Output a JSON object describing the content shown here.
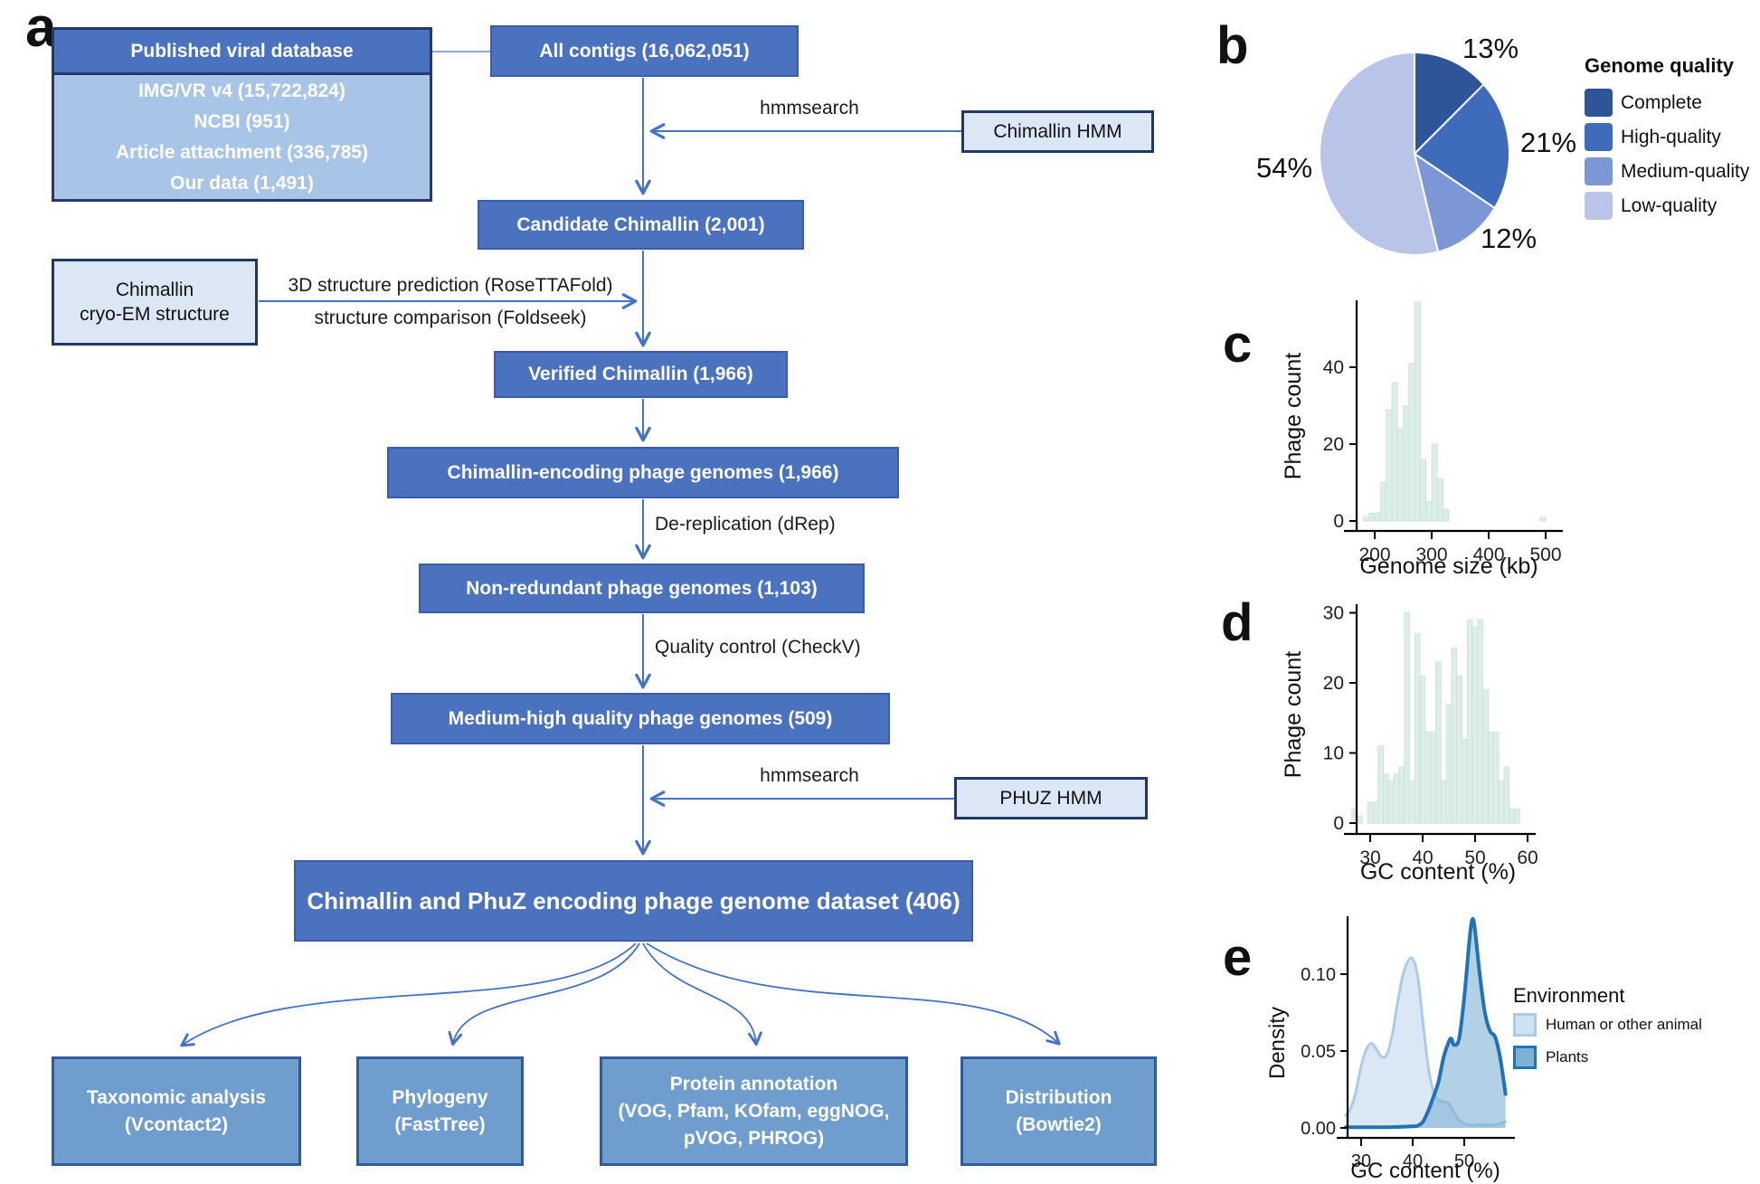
{
  "panel_labels": {
    "a": "a",
    "b": "b",
    "c": "c",
    "d": "d",
    "e": "e"
  },
  "colors": {
    "main_box_fill": "#4a72be",
    "main_box_border": "#3a5dab",
    "header_border": "#24386b",
    "sub_box_fill": "#a8c4e6",
    "pale_box_fill": "#dce7f5",
    "pale_box_border": "#1f3864",
    "output_box_fill": "#6f9dce",
    "output_box_border": "#2e5b9c",
    "arrow": "#4472c4",
    "histogram_bar": "#ddeee6",
    "histogram_bar_edge": "#c9e3d6"
  },
  "flowchart": {
    "published_header": "Published viral database",
    "published_lines": [
      "IMG/VR v4 (15,722,824)",
      "NCBI (951)",
      "Article attachment (336,785)",
      "Our data (1,491)"
    ],
    "all_contigs": "All contigs (16,062,051)",
    "hmmsearch_top": "hmmsearch",
    "chimallin_hmm": "Chimallin HMM",
    "candidate": "Candidate Chimallin (2,001)",
    "cryo_lines": [
      "Chimallin",
      "cryo-EM structure"
    ],
    "structure_lines": [
      "3D structure prediction (RoseTTAFold)",
      "structure comparison (Foldseek)"
    ],
    "verified": "Verified Chimallin (1,966)",
    "encoding": "Chimallin-encoding phage genomes (1,966)",
    "dereplication": "De-replication (dRep)",
    "nonredundant": "Non-redundant phage genomes (1,103)",
    "quality_control": "Quality control (CheckV)",
    "medium_high": "Medium-high quality phage genomes (509)",
    "hmmsearch_bottom": "hmmsearch",
    "phuz_hmm": "PHUZ HMM",
    "dataset": "Chimallin and PhuZ encoding phage genome dataset (406)",
    "outputs": [
      {
        "lines": [
          "Taxonomic analysis",
          "(Vcontact2)"
        ]
      },
      {
        "lines": [
          "Phylogeny",
          "(FastTree)"
        ]
      },
      {
        "lines": [
          "Protein annotation",
          "(VOG, Pfam, KOfam, eggNOG,",
          "pVOG, PHROG)"
        ]
      },
      {
        "lines": [
          "Distribution",
          "(Bowtie2)"
        ]
      }
    ]
  },
  "chart_data": [
    {
      "type": "pie",
      "legend_title": "Genome quality",
      "labels": [
        "Complete",
        "High-quality",
        "Medium-quality",
        "Low-quality"
      ],
      "values": [
        13,
        21,
        12,
        54
      ],
      "pct_labels": [
        "13%",
        "21%",
        "12%",
        "54%"
      ],
      "colors": [
        "#2e5597",
        "#3e6cbb",
        "#7d97d6",
        "#b9c5e8"
      ],
      "start": "top",
      "direction": "clockwise"
    },
    {
      "type": "bar",
      "title": "",
      "xlabel": "Genome size (kb)",
      "ylabel": "Phage count",
      "bin_width": 10,
      "x": [
        185,
        195,
        205,
        215,
        225,
        235,
        245,
        255,
        265,
        275,
        285,
        295,
        305,
        315,
        325,
        495
      ],
      "counts": [
        1,
        2,
        2,
        10,
        29,
        36,
        24,
        30,
        41,
        57,
        16,
        5,
        20,
        11,
        3,
        1
      ],
      "xticks": [
        200,
        300,
        400,
        500
      ],
      "yticks": [
        0,
        20,
        40
      ],
      "xlim": [
        180,
        510
      ],
      "ylim": [
        0,
        58
      ],
      "bar_color": "#ddeee6",
      "bar_edge": "#c9e3d6",
      "grid": false
    },
    {
      "type": "bar",
      "title": "",
      "xlabel": "GC content (%)",
      "ylabel": "Phage count",
      "bin_width": 1,
      "x": [
        27,
        28,
        29,
        30,
        31,
        32,
        33,
        34,
        35,
        36,
        37,
        38,
        39,
        40,
        41,
        42,
        43,
        44,
        45,
        46,
        47,
        48,
        49,
        50,
        51,
        52,
        53,
        54,
        55,
        56,
        57,
        58
      ],
      "counts": [
        2,
        1,
        0,
        3,
        3,
        11,
        7,
        6,
        7,
        8,
        30,
        6,
        27,
        21,
        13,
        13,
        23,
        6,
        17,
        25,
        21,
        12,
        29,
        28,
        29,
        19,
        13,
        13,
        6,
        8,
        2,
        2
      ],
      "xticks": [
        30,
        40,
        50,
        60
      ],
      "yticks": [
        0,
        10,
        20,
        30
      ],
      "xlim": [
        26,
        61
      ],
      "ylim": [
        0,
        31
      ],
      "bar_color": "#ddeee6",
      "bar_edge": "#c9e3d6",
      "grid": false
    },
    {
      "type": "area",
      "title": "",
      "xlabel": "GC content (%)",
      "ylabel": "Density",
      "legend_title": "Environment",
      "xticks": [
        30,
        40,
        50
      ],
      "yticks": [
        0,
        0.05,
        0.1
      ],
      "ytick_labels": [
        "0.00",
        "0.05",
        "0.10"
      ],
      "xlim": [
        27,
        58
      ],
      "ylim": [
        0,
        0.14
      ],
      "series": [
        {
          "name": "Human or other animal",
          "line_color": "#a9cde8",
          "fill_color": "#cfe2f1",
          "fill_opacity": 0.8,
          "line_width": 3,
          "points": [
            [
              27,
              0.008
            ],
            [
              28,
              0.013
            ],
            [
              29,
              0.024
            ],
            [
              30,
              0.04
            ],
            [
              31,
              0.051
            ],
            [
              32,
              0.055
            ],
            [
              33,
              0.051
            ],
            [
              34,
              0.046
            ],
            [
              35,
              0.048
            ],
            [
              36,
              0.06
            ],
            [
              37,
              0.08
            ],
            [
              38,
              0.098
            ],
            [
              39,
              0.108
            ],
            [
              40,
              0.11
            ],
            [
              41,
              0.098
            ],
            [
              42,
              0.068
            ],
            [
              43,
              0.04
            ],
            [
              44,
              0.024
            ],
            [
              45,
              0.018
            ],
            [
              46,
              0.017
            ],
            [
              47,
              0.016
            ],
            [
              48,
              0.01
            ],
            [
              49,
              0.005
            ],
            [
              50,
              0.003
            ],
            [
              51,
              0.002
            ],
            [
              52,
              0.002
            ],
            [
              53,
              0.002
            ],
            [
              54,
              0.002
            ],
            [
              55,
              0.002
            ],
            [
              56,
              0.002
            ],
            [
              57,
              0.003
            ],
            [
              58,
              0.004
            ]
          ]
        },
        {
          "name": "Plants",
          "line_color": "#2173b4",
          "fill_color": "#7fb0d5",
          "fill_opacity": 0.6,
          "line_width": 4,
          "points": [
            [
              27,
              0.0005
            ],
            [
              30,
              0.0005
            ],
            [
              35,
              0.0005
            ],
            [
              40,
              0.001
            ],
            [
              41,
              0.0015
            ],
            [
              42,
              0.004
            ],
            [
              43,
              0.011
            ],
            [
              44,
              0.02
            ],
            [
              45,
              0.03
            ],
            [
              46,
              0.046
            ],
            [
              47,
              0.056
            ],
            [
              47.5,
              0.058
            ],
            [
              48,
              0.054
            ],
            [
              49,
              0.058
            ],
            [
              50,
              0.085
            ],
            [
              51,
              0.122
            ],
            [
              51.5,
              0.135
            ],
            [
              52,
              0.131
            ],
            [
              53,
              0.1
            ],
            [
              54,
              0.075
            ],
            [
              55,
              0.063
            ],
            [
              56,
              0.059
            ],
            [
              57,
              0.045
            ],
            [
              58,
              0.022
            ]
          ]
        }
      ]
    }
  ]
}
